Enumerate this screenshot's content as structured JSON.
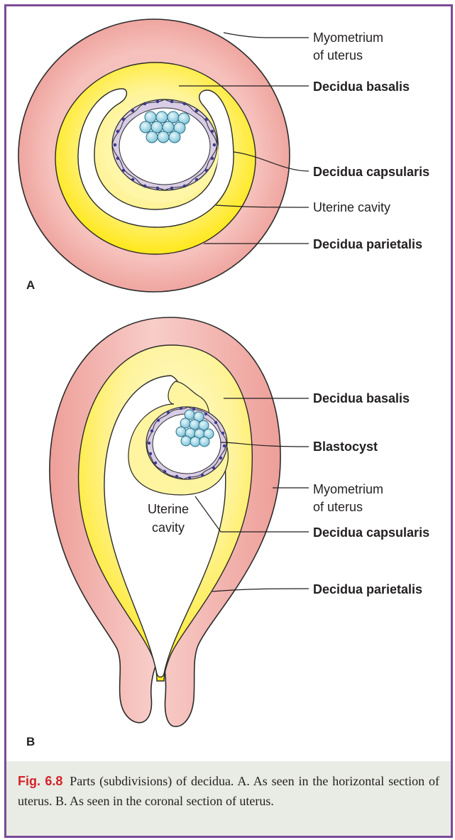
{
  "panel_a": {
    "letter": "A",
    "labels": {
      "myometrium_line1": "Myometrium",
      "myometrium_line2": "of uterus",
      "decidua_basalis": "Decidua basalis",
      "decidua_capsularis": "Decidua capsularis",
      "uterine_cavity": "Uterine cavity",
      "decidua_parietalis": "Decidua parietalis"
    }
  },
  "panel_b": {
    "letter": "B",
    "labels": {
      "decidua_basalis": "Decidua basalis",
      "blastocyst": "Blastocyst",
      "myometrium_line1": "Myometrium",
      "myometrium_line2": "of uterus",
      "uterine_cavity_line1": "Uterine",
      "uterine_cavity_line2": "cavity",
      "decidua_capsularis": "Decidua capsularis",
      "decidua_parietalis": "Decidua parietalis"
    }
  },
  "caption": {
    "figure_number": "Fig. 6.8",
    "text": "Parts (subdivisions) of decidua. A. As seen in the horizontal section of uterus. B. As seen in the coronal section of uterus."
  },
  "colors": {
    "border": "#7b4a96",
    "myometrium": "#f4b3ae",
    "decidua": "#ffee3a",
    "decidua_light": "#fff9b8",
    "cavity": "#ffffff",
    "blastocyst_cells": "#a8dcea",
    "trophoblast": "#d8cce6",
    "caption_background": "#e9ebe5",
    "figure_number": "#d2232a"
  }
}
